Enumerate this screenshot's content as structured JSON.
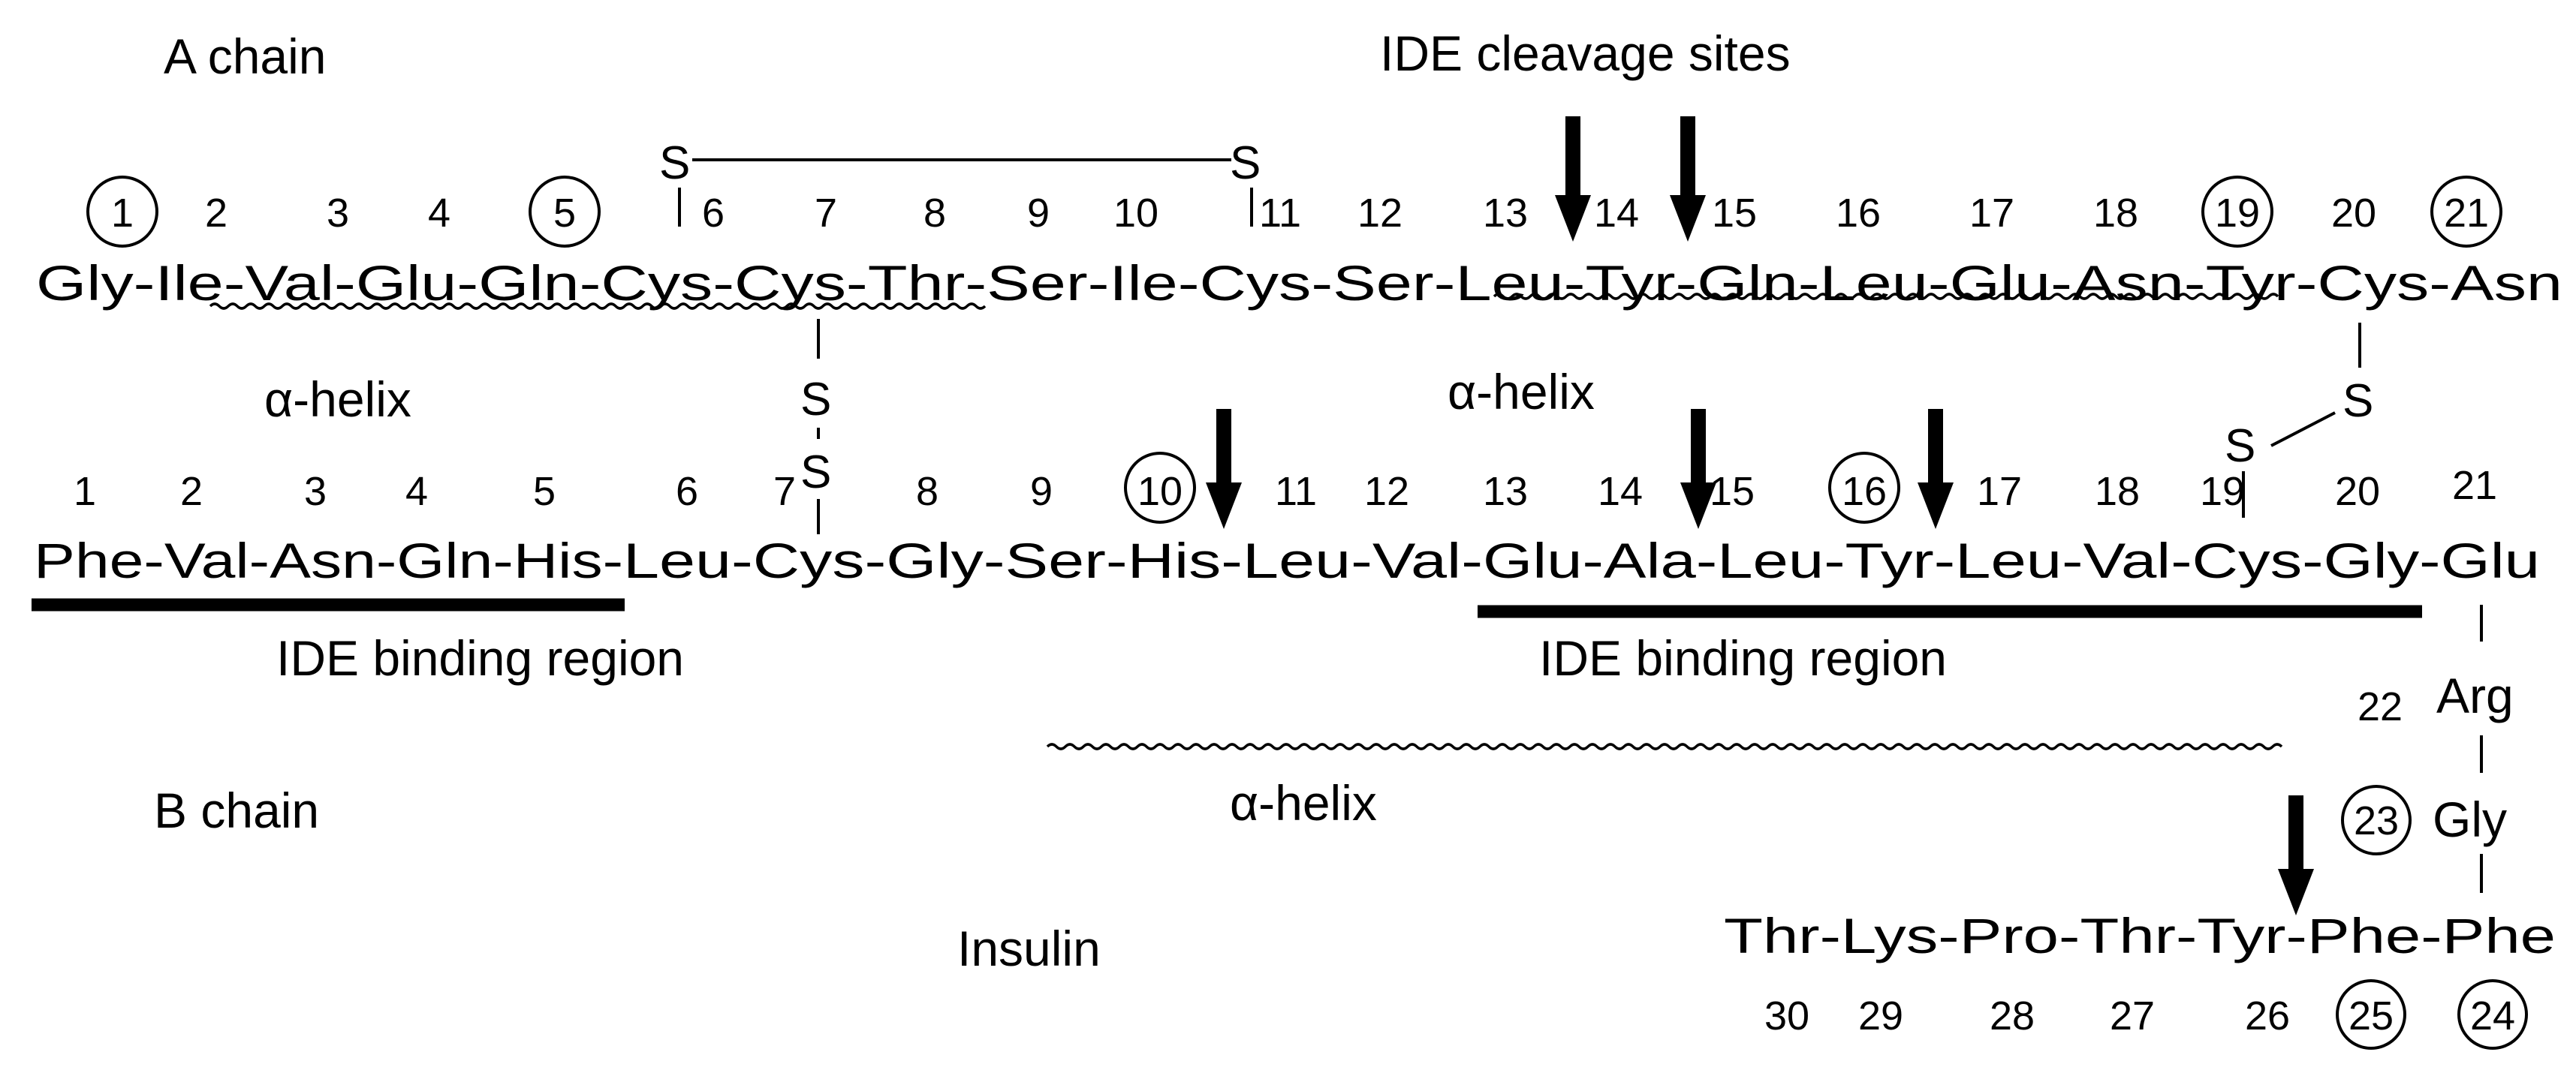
{
  "labels": {
    "a_chain": "A chain",
    "b_chain": "B chain",
    "ide_cleavage_sites": "IDE cleavage sites",
    "ide_binding_region_1": "IDE binding region",
    "ide_binding_region_2": "IDE binding region",
    "alpha_helix_1": "α-helix",
    "alpha_helix_2": "α-helix",
    "alpha_helix_3": "α-helix",
    "insulin": "Insulin"
  },
  "disulfide": {
    "s1": "S",
    "s2": "S",
    "s3": "S",
    "s4": "S",
    "s5": "S",
    "s6": "S"
  },
  "a_chain": {
    "sequence": "Gly-Ile-Val-Glu-Gln-Cys-Cys-Thr-Ser-Ile-Cys-Ser-Leu-Tyr-Gln-Leu-Glu-Asn-Tyr-Cys-Asn",
    "numbers": [
      "1",
      "2",
      "3",
      "4",
      "5",
      "6",
      "7",
      "8",
      "9",
      "10",
      "11",
      "12",
      "13",
      "14",
      "15",
      "16",
      "17",
      "18",
      "19",
      "20",
      "21"
    ],
    "circled": [
      "1",
      "5",
      "19",
      "21"
    ]
  },
  "b_chain": {
    "sequence_part1": "Phe-Val-Asn-Gln-His-",
    "sequence_part2": "Leu-Cys-Gly-Ser-His-Leu-Val-",
    "sequence_part3": "Glu-Ala-Leu-Tyr-Leu-Val-Cys-Gly-Glu",
    "numbers": [
      "1",
      "2",
      "3",
      "4",
      "5",
      "6",
      "7",
      "8",
      "9",
      "10",
      "11",
      "12",
      "13",
      "14",
      "15",
      "16",
      "17",
      "18",
      "19",
      "20",
      "21"
    ],
    "circled": [
      "10",
      "16"
    ],
    "res22": "Arg",
    "res22_num": "22",
    "res23": "Gly",
    "res23_num": "23",
    "tail_sequence": "Thr-Lys-Pro-Thr-Tyr-Phe-Phe",
    "tail_numbers": [
      "30",
      "29",
      "28",
      "27",
      "26",
      "25",
      "24"
    ],
    "tail_circled": [
      "25",
      "24"
    ]
  }
}
